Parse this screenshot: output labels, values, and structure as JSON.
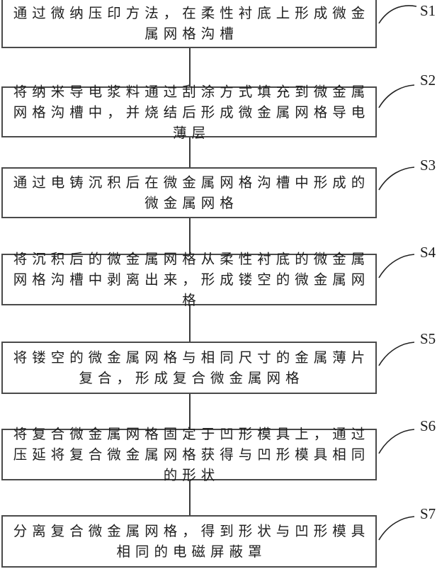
{
  "flowchart": {
    "steps": [
      {
        "label": "S1",
        "text": "通过微纳压印方法，在柔性衬底上形成微金属网格沟槽"
      },
      {
        "label": "S2",
        "text": "将纳米导电浆料通过刮涂方式填充到微金属网格沟槽中，并烧结后形成微金属网格导电薄层"
      },
      {
        "label": "S3",
        "text": "通过电铸沉积后在微金属网格沟槽中形成的微金属网格"
      },
      {
        "label": "S4",
        "text": "将沉积后的微金属网格从柔性衬底的微金属网格沟槽中剥离出来，形成镂空的微金属网格"
      },
      {
        "label": "S5",
        "text": "将镂空的微金属网格与相同尺寸的金属薄片复合，形成复合微金属网格"
      },
      {
        "label": "S6",
        "text": "将复合微金属网格固定于凹形模具上，通过压延将复合微金属网格获得与凹形模具相同的形状"
      },
      {
        "label": "S7",
        "text": "分离复合微金属网格，得到形状与凹形模具相同的电磁屏蔽罩"
      }
    ]
  }
}
